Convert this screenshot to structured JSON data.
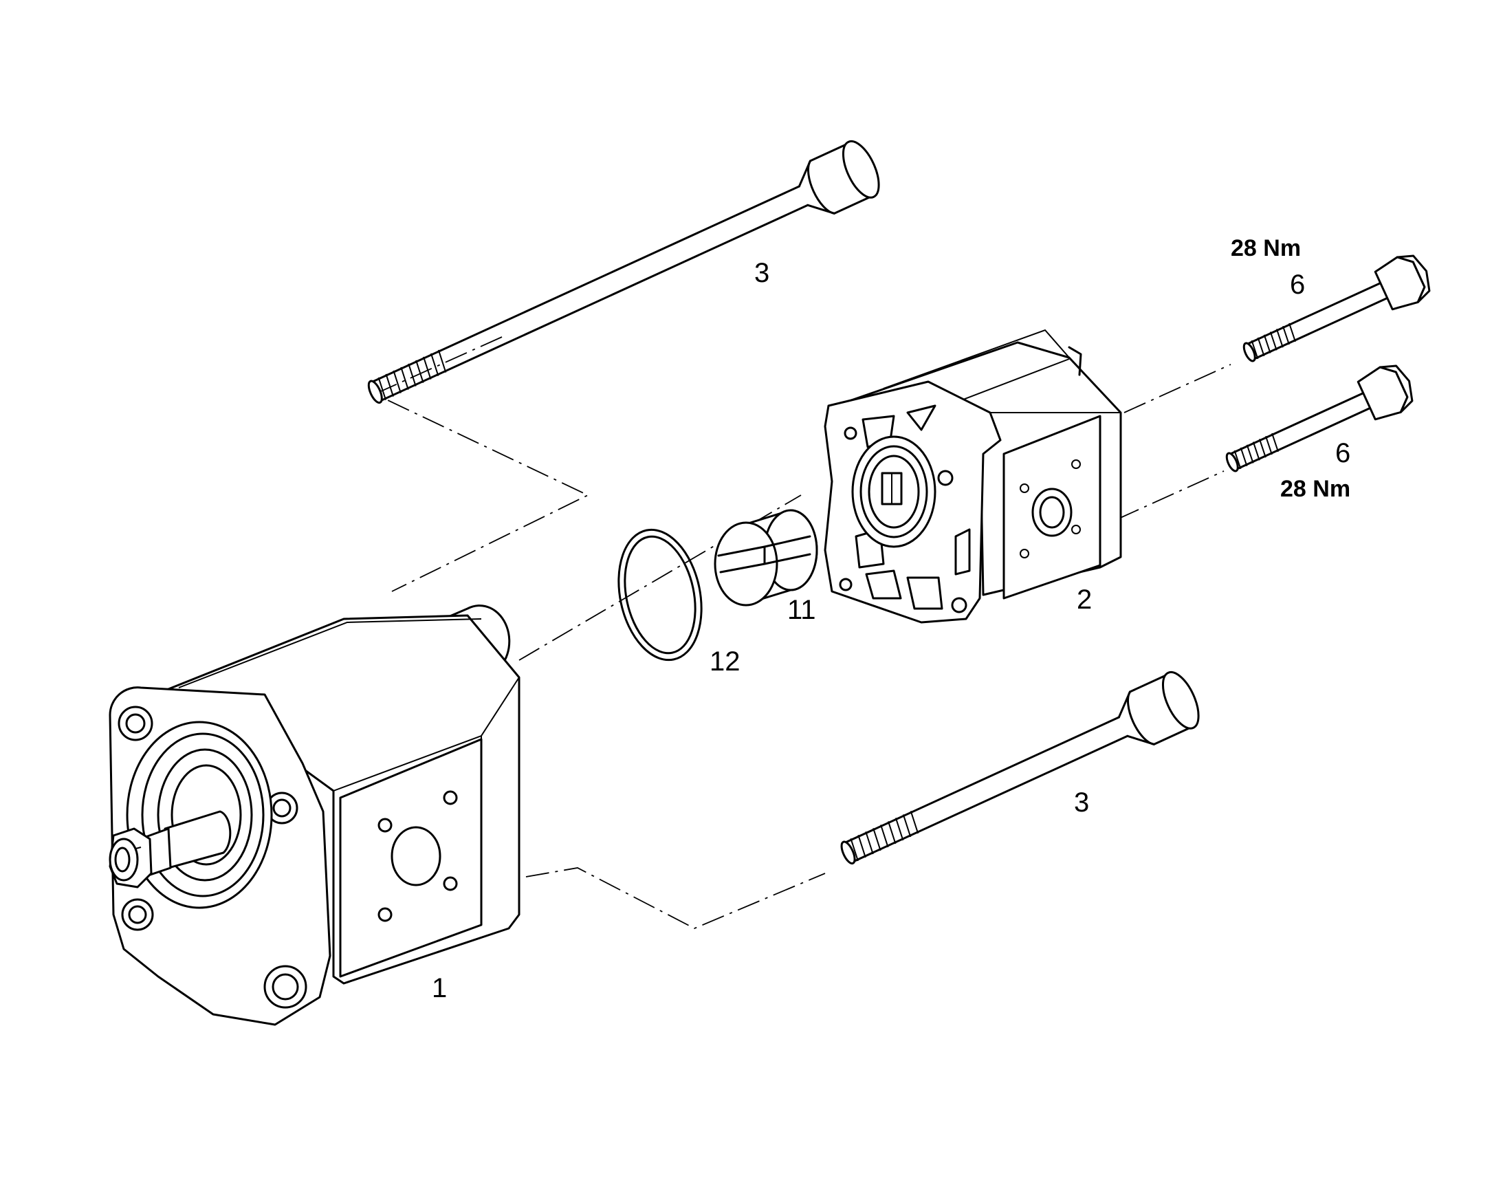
{
  "callouts": {
    "pump_1": "1",
    "pump_2": "2",
    "bolt_3_top": "3",
    "bolt_3_bottom": "3",
    "bolt_6_top": "6",
    "bolt_6_bottom": "6",
    "coupling_11": "11",
    "oring_12": "12"
  },
  "torque": {
    "bolt_6_top": "28 Nm",
    "bolt_6_bottom": "28 Nm"
  }
}
